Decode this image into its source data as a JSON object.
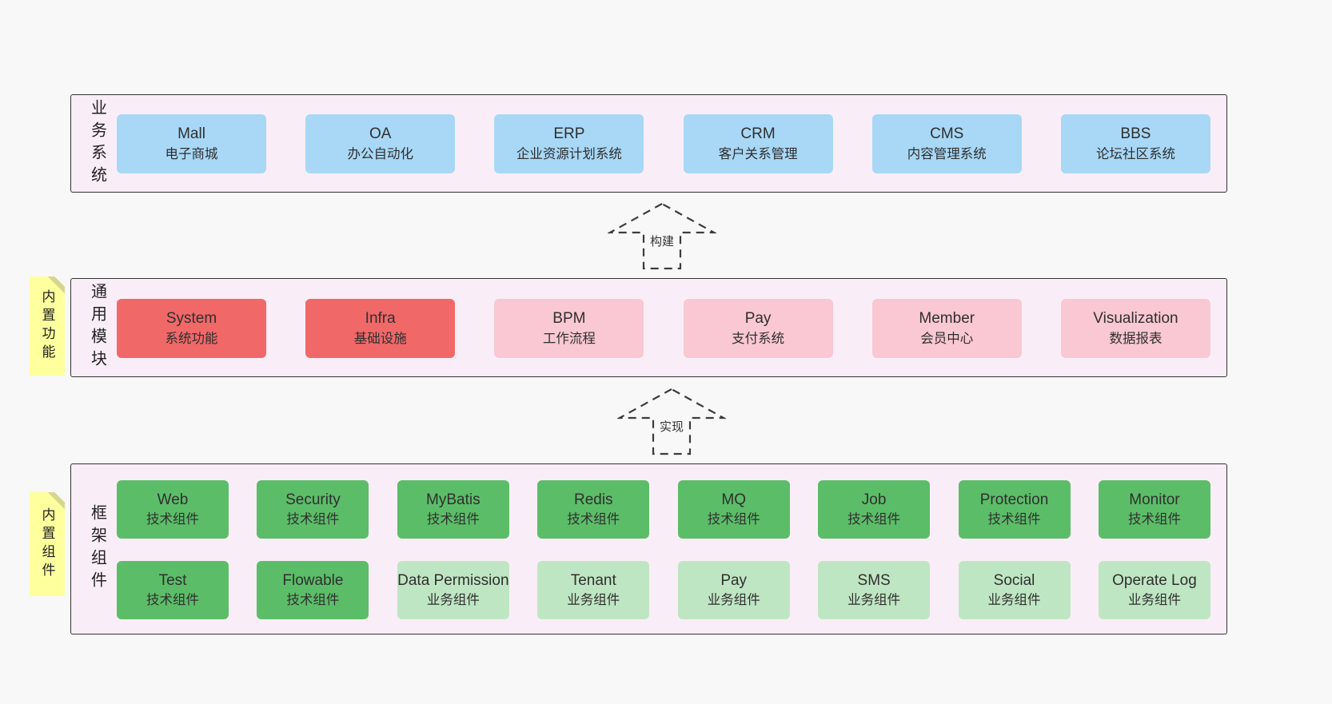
{
  "business_layer": {
    "side_label": "业务系统",
    "items": [
      {
        "name": "Mall",
        "desc": "电子商城",
        "variant": "blue"
      },
      {
        "name": "OA",
        "desc": "办公自动化",
        "variant": "blue"
      },
      {
        "name": "ERP",
        "desc": "企业资源计划系统",
        "variant": "blue"
      },
      {
        "name": "CRM",
        "desc": "客户关系管理",
        "variant": "blue"
      },
      {
        "name": "CMS",
        "desc": "内容管理系统",
        "variant": "blue"
      },
      {
        "name": "BBS",
        "desc": "论坛社区系统",
        "variant": "blue"
      }
    ]
  },
  "arrows": {
    "build": "构建",
    "implement": "实现"
  },
  "module_layer": {
    "sticky_label": "内置功能",
    "side_label": "通用模块",
    "items": [
      {
        "name": "System",
        "desc": "系统功能",
        "variant": "red"
      },
      {
        "name": "Infra",
        "desc": "基础设施",
        "variant": "red"
      },
      {
        "name": "BPM",
        "desc": "工作流程",
        "variant": "pink"
      },
      {
        "name": "Pay",
        "desc": "支付系统",
        "variant": "pink"
      },
      {
        "name": "Member",
        "desc": "会员中心",
        "variant": "pink"
      },
      {
        "name": "Visualization",
        "desc": "数据报表",
        "variant": "pink"
      }
    ]
  },
  "component_layer": {
    "sticky_label": "内置组件",
    "side_label": "框架组件",
    "rows": [
      [
        {
          "name": "Web",
          "desc": "技术组件",
          "variant": "green"
        },
        {
          "name": "Security",
          "desc": "技术组件",
          "variant": "green"
        },
        {
          "name": "MyBatis",
          "desc": "技术组件",
          "variant": "green"
        },
        {
          "name": "Redis",
          "desc": "技术组件",
          "variant": "green"
        },
        {
          "name": "MQ",
          "desc": "技术组件",
          "variant": "green"
        },
        {
          "name": "Job",
          "desc": "技术组件",
          "variant": "green"
        },
        {
          "name": "Protection",
          "desc": "技术组件",
          "variant": "green"
        },
        {
          "name": "Monitor",
          "desc": "技术组件",
          "variant": "green"
        }
      ],
      [
        {
          "name": "Test",
          "desc": "技术组件",
          "variant": "green"
        },
        {
          "name": "Flowable",
          "desc": "技术组件",
          "variant": "green"
        },
        {
          "name": "Data Permission",
          "desc": "业务组件",
          "variant": "lightgreen"
        },
        {
          "name": "Tenant",
          "desc": "业务组件",
          "variant": "lightgreen"
        },
        {
          "name": "Pay",
          "desc": "业务组件",
          "variant": "lightgreen"
        },
        {
          "name": "SMS",
          "desc": "业务组件",
          "variant": "lightgreen"
        },
        {
          "name": "Social",
          "desc": "业务组件",
          "variant": "lightgreen"
        },
        {
          "name": "Operate Log",
          "desc": "业务组件",
          "variant": "lightgreen"
        }
      ]
    ]
  },
  "colors": {
    "background": "#f8f8f8",
    "container_bg": "#f9eef7",
    "container_border": "#333333",
    "blue": "#a8d8f6",
    "red": "#f16868",
    "pink": "#f9c8d2",
    "green": "#5cbd68",
    "lightgreen": "#bfe6c3",
    "sticky_yellow": "#feff9d"
  }
}
